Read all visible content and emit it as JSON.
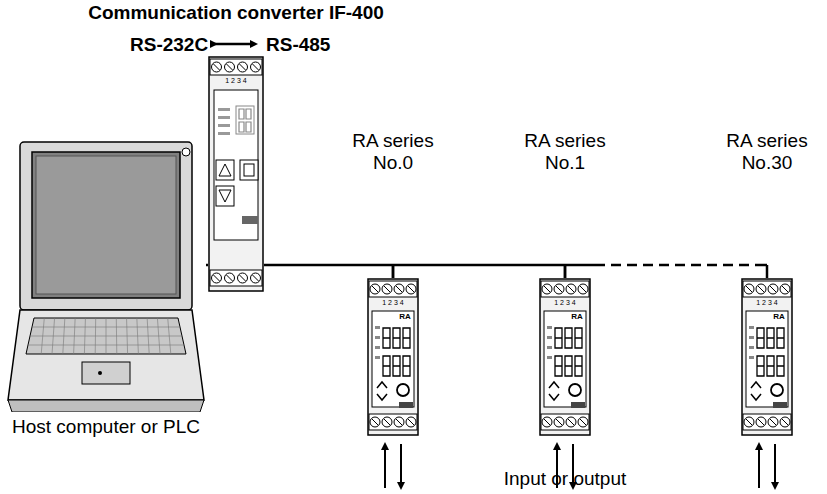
{
  "diagram": {
    "nodes": [
      {
        "text": [
          "Host computer or PLC"
        ]
      },
      {
        "text": [
          "Communication converter IF-400"
        ]
      },
      {
        "text": [
          "RA series No.0"
        ]
      },
      {
        "text": [
          "RA series No.1"
        ]
      },
      {
        "text": [
          "RA series No.30"
        ]
      }
    ],
    "edges": [
      {
        "from": 0,
        "to": 1,
        "arrow": "none"
      },
      {
        "from": 1,
        "to": 2,
        "arrow": "none"
      },
      {
        "from": 2,
        "to": 3,
        "arrow": "none"
      },
      {
        "from": 3,
        "to": 4,
        "arrow": "none"
      }
    ],
    "labels": [
      "RS-232C",
      "RS-485",
      "Input or output",
      "1 2 3 4",
      "1 2 3 4",
      "1 2 3 4",
      "1 2 3 4",
      "RA",
      "RA",
      "RA"
    ]
  }
}
